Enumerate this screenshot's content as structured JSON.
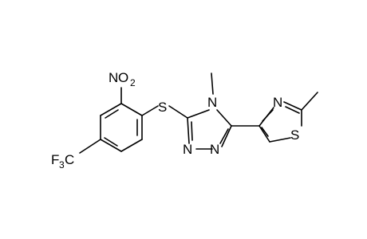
{
  "molecule": {
    "atoms": {
      "nitro_N": "N",
      "nitro_O": "O",
      "nitro_O_count": "2",
      "sulfur_linker": "S",
      "triazole_N4": "N",
      "triazole_N1": "N",
      "triazole_N2": "N",
      "thiazole_N": "N",
      "thiazole_S": "S",
      "cf3_F": "F",
      "cf3_F_count": "3",
      "cf3_C": "C"
    },
    "colors": {
      "bond": "#000000",
      "label": "#000000",
      "background": "#ffffff"
    }
  }
}
